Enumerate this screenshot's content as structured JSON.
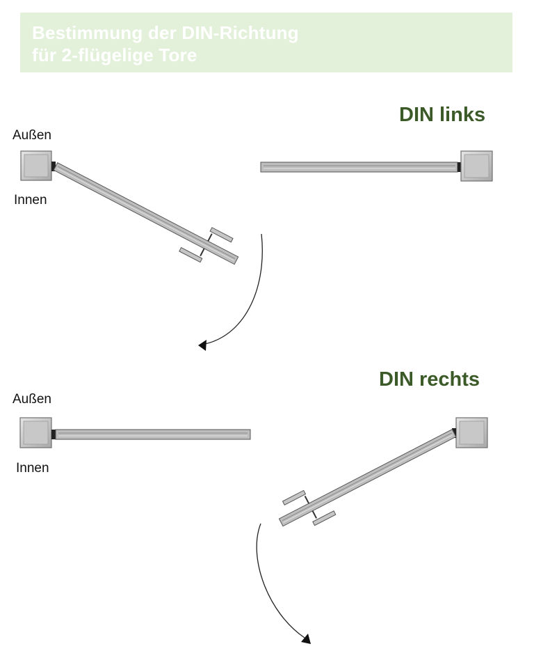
{
  "banner": {
    "line1": "Bestimmung der DIN-Richtung",
    "line2": "für 2-flügelige Tore"
  },
  "sections": [
    {
      "heading": "DIN links",
      "outside_label": "Außen",
      "inside_label": "Innen"
    },
    {
      "heading": "DIN rechts",
      "outside_label": "Außen",
      "inside_label": "Innen"
    }
  ],
  "colors": {
    "banner_bg": "#e3f0da",
    "banner_text": "#ffffff",
    "heading": "#3c5a28",
    "post_fill": "#c8c8c8",
    "leaf_fill": "#bdbdbd"
  },
  "icons": [
    "gate-post",
    "gate-leaf",
    "handle",
    "swing-arc-arrow"
  ]
}
